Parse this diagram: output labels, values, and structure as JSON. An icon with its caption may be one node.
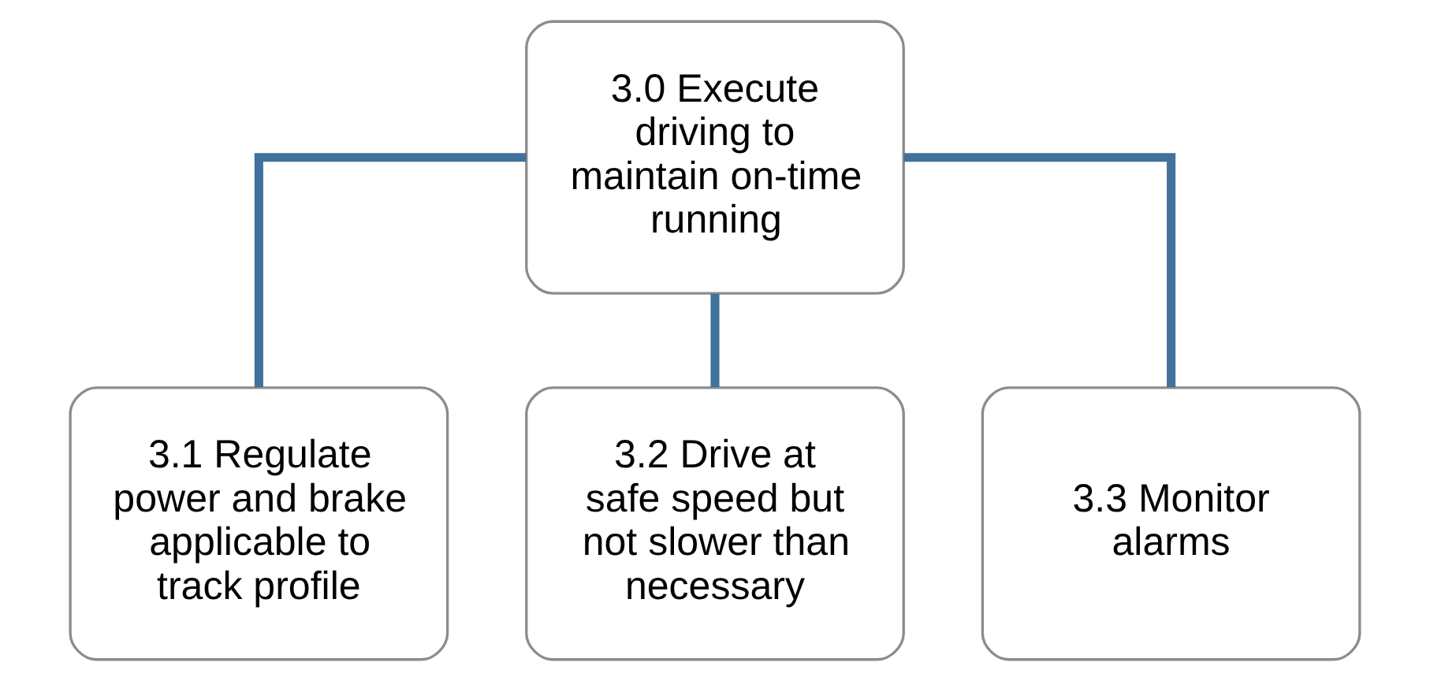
{
  "diagram": {
    "nodes": [
      {
        "text": [
          "3.0 Execute driving to maintain on-time running"
        ]
      },
      {
        "text": [
          "3.1 Regulate power and brake applicable to track profile"
        ]
      },
      {
        "text": [
          "3.2 Drive at safe speed but not slower than necessary"
        ]
      },
      {
        "text": [
          "3.3 Monitor alarms"
        ]
      }
    ],
    "edges": [
      {
        "from": 0,
        "to": 1,
        "arrow": "none"
      },
      {
        "from": 0,
        "to": 2,
        "arrow": "none"
      },
      {
        "from": 0,
        "to": 3,
        "arrow": "none"
      }
    ]
  }
}
